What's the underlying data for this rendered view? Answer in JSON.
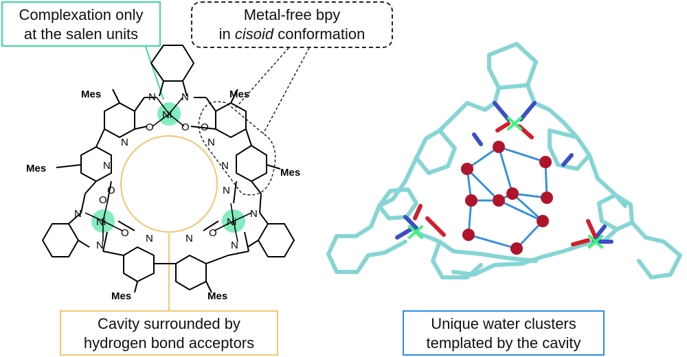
{
  "callouts": {
    "salen": {
      "line1": "Complexation only",
      "line2": "at the salen units",
      "color": "#3fd79c"
    },
    "bpy": {
      "line1": "Metal-free bpy",
      "line2_pre": "in ",
      "line2_italic": "cisoid",
      "line2_post": " conformation"
    },
    "cavity": {
      "line1": "Cavity surrounded by",
      "line2": "hydrogen bond acceptors",
      "color": "#f3c671"
    },
    "water": {
      "line1": "Unique water clusters",
      "line2": "templated by the cavity",
      "color": "#2a8ee6"
    }
  },
  "atoms": {
    "ni": "Ni",
    "n": "N",
    "o": "O",
    "mes": "Mes"
  },
  "colors": {
    "ni_glow": "#6fe9b3",
    "stick": "#86d5d5",
    "nitrogen": "#3a4fc7",
    "oxygen": "#d11f2b",
    "nickel": "#3df27a",
    "water": "#b0142a",
    "hbond": "#2f8fe0"
  }
}
